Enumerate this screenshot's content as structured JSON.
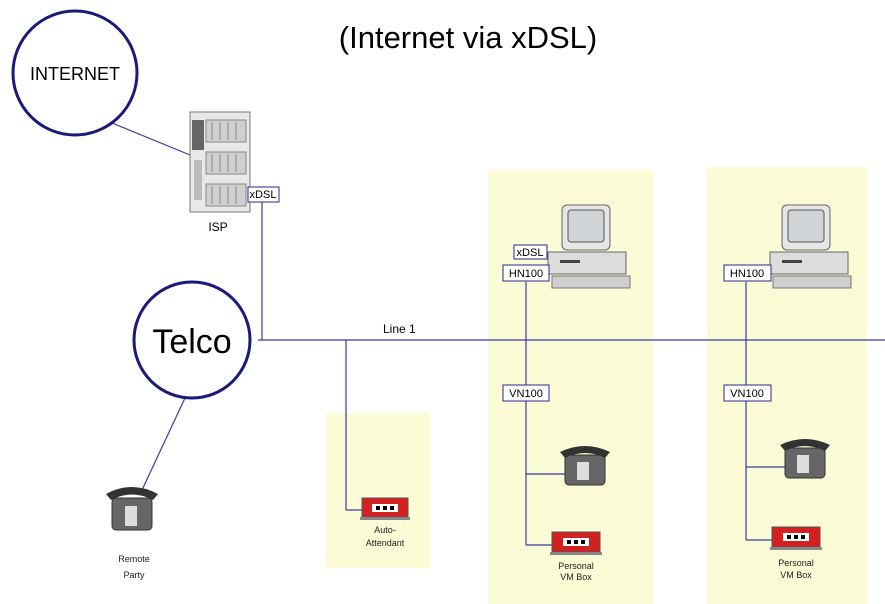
{
  "title": "(Internet via xDSL)",
  "nodes": {
    "internet": "INTERNET",
    "telco": "Telco",
    "isp": "ISP"
  },
  "line_label": "Line 1",
  "tags": {
    "isp_xdsl": "xDSL",
    "pc1_xdsl": "xDSL",
    "hn100": "HN100",
    "vn100": "VN100"
  },
  "devices": {
    "auto_attendant": [
      "Auto-",
      "Attendant"
    ],
    "remote_party": [
      "Remote",
      "Party"
    ],
    "personal_vm_box": [
      "Personal",
      "VM Box"
    ]
  },
  "colors": {
    "cloud_stroke": "#1a1a7a",
    "wire": "#3a3aa0",
    "highlight": "#fbfbd6",
    "vm_red": "#d42020"
  }
}
